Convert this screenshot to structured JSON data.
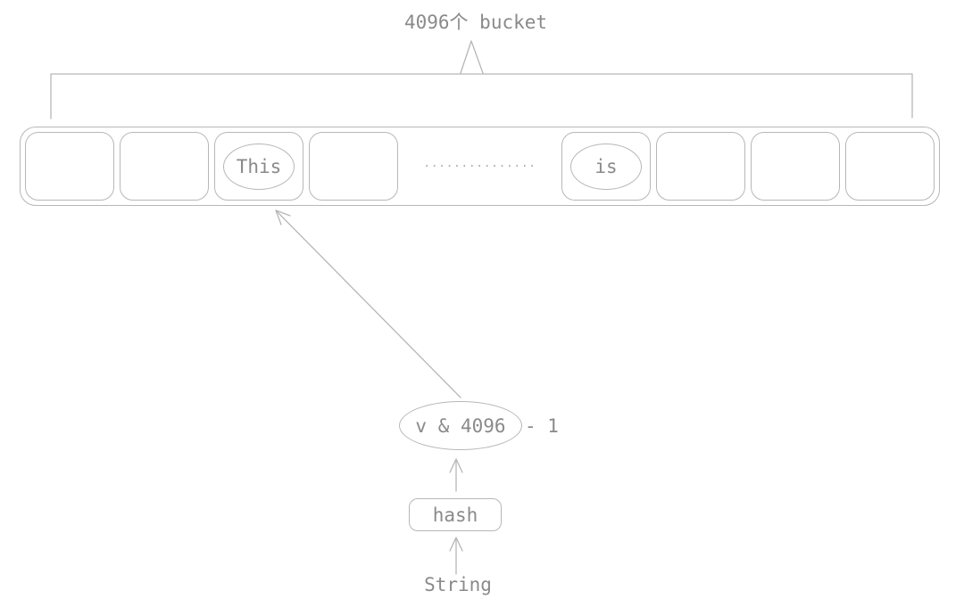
{
  "diagram": {
    "title": "4096个 bucket",
    "bucket_cells": [
      {
        "label": ""
      },
      {
        "label": ""
      },
      {
        "label": "This"
      },
      {
        "label": ""
      },
      {
        "label": "is"
      },
      {
        "label": ""
      },
      {
        "label": ""
      },
      {
        "label": ""
      }
    ],
    "ellipsis_dots": "...............",
    "index_expression": {
      "circled_text": "v & 4096",
      "outside_text": "- 1"
    },
    "hash_box_label": "hash",
    "source_label": "String"
  },
  "colors": {
    "line": "#b7b7b7",
    "text": "#8a8a8a",
    "dots": "#aeaeae"
  }
}
